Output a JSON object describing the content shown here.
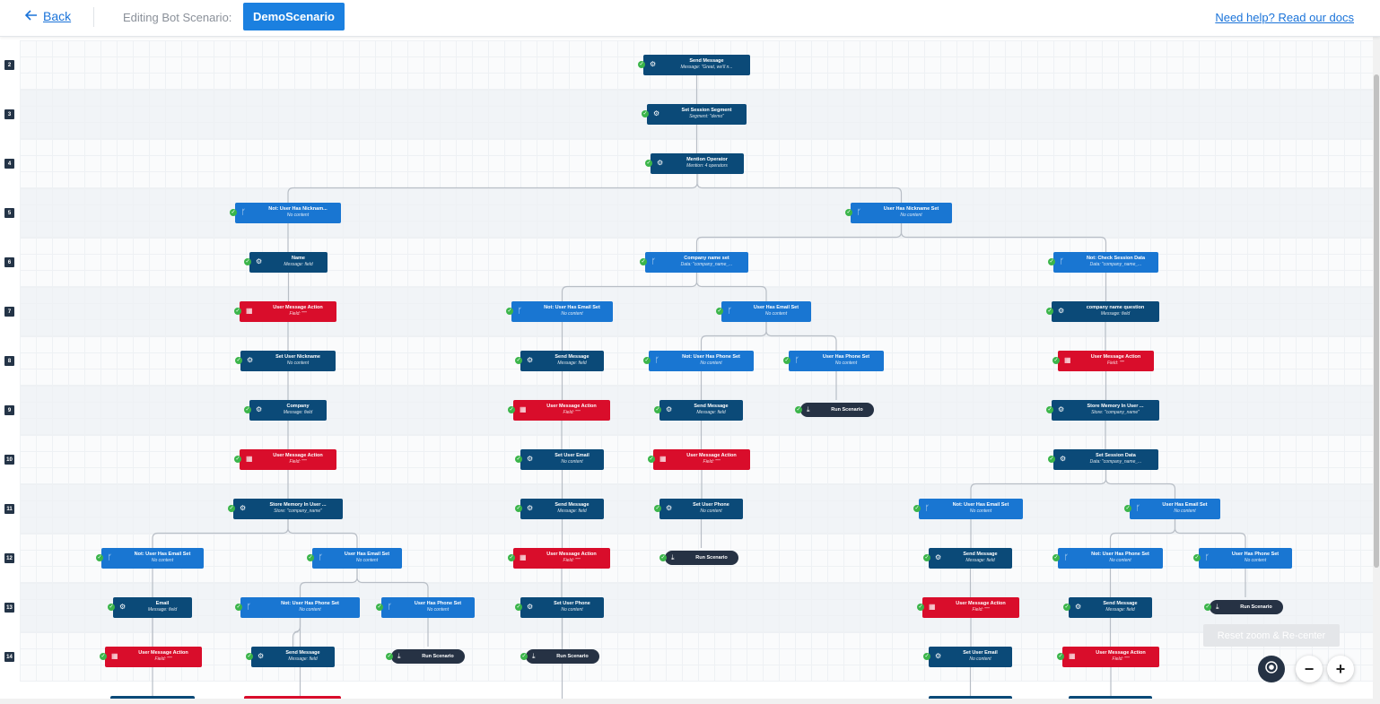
{
  "header": {
    "back_label": "Back",
    "editing_label": "Editing Bot Scenario:",
    "scenario_name": "DemoScenario",
    "help_link": "Need help? Read our docs"
  },
  "row_numbers": [
    "2",
    "3",
    "4",
    "5",
    "6",
    "7",
    "8",
    "9",
    "10",
    "11",
    "12",
    "13",
    "14"
  ],
  "nodes": [
    {
      "title": "Send Message",
      "sub": "Message: \"Great, we'll n...",
      "color": "dark"
    },
    {
      "title": "Set Session Segment",
      "sub": "Segment: \"demo\"",
      "color": "dark"
    },
    {
      "title": "Mention Operator",
      "sub": "Mention: 4 operators",
      "color": "dark"
    },
    {
      "title": "Not: User Has Nicknam...",
      "sub": "No content",
      "color": "blue"
    },
    {
      "title": "User Has Nickname Set",
      "sub": "No content",
      "color": "blue"
    },
    {
      "title": "Name",
      "sub": "Message: field",
      "color": "dark"
    },
    {
      "title": "Company name set",
      "sub": "Data: \"company_name_...",
      "color": "blue"
    },
    {
      "title": "Not: Check Session Data",
      "sub": "Data: \"company_name_...",
      "color": "blue"
    },
    {
      "title": "User Message Action",
      "sub": "Field: \"\"\"",
      "color": "red"
    },
    {
      "title": "Not: User Has Email Set",
      "sub": "No content",
      "color": "blue"
    },
    {
      "title": "User Has Email Set",
      "sub": "No content",
      "color": "blue"
    },
    {
      "title": "company name question",
      "sub": "Message: field",
      "color": "dark"
    },
    {
      "title": "Set User Nickname",
      "sub": "No content",
      "color": "dark"
    },
    {
      "title": "Send Message",
      "sub": "Message: field",
      "color": "dark"
    },
    {
      "title": "Not: User Has Phone Set",
      "sub": "No content",
      "color": "blue"
    },
    {
      "title": "User Has Phone Set",
      "sub": "No content",
      "color": "blue"
    },
    {
      "title": "User Message Action",
      "sub": "Field: \"\"\"",
      "color": "red"
    },
    {
      "title": "Company",
      "sub": "Message: field",
      "color": "dark"
    },
    {
      "title": "User Message Action",
      "sub": "Field: \"\"\"",
      "color": "red"
    },
    {
      "title": "Send Message",
      "sub": "Message: field",
      "color": "dark"
    },
    {
      "title": "Run Scenario",
      "sub": "",
      "color": "run"
    },
    {
      "title": "Store Memory In User ...",
      "sub": "Store: \"company_name\"",
      "color": "dark"
    },
    {
      "title": "User Message Action",
      "sub": "Field: \"\"\"",
      "color": "red"
    },
    {
      "title": "Set User Email",
      "sub": "No content",
      "color": "dark"
    },
    {
      "title": "User Message Action",
      "sub": "Field: \"\"\"",
      "color": "red"
    },
    {
      "title": "Set Session Data",
      "sub": "Data: \"company_name_...",
      "color": "dark"
    },
    {
      "title": "Store Memory In User ...",
      "sub": "Store: \"company_name\"",
      "color": "dark"
    },
    {
      "title": "Send Message",
      "sub": "Message: field",
      "color": "dark"
    },
    {
      "title": "Set User Phone",
      "sub": "No content",
      "color": "dark"
    },
    {
      "title": "Not: User Has Email Set",
      "sub": "No content",
      "color": "blue"
    },
    {
      "title": "User Has Email Set",
      "sub": "No content",
      "color": "blue"
    },
    {
      "title": "Not: User Has Email Set",
      "sub": "No content",
      "color": "blue"
    },
    {
      "title": "User Has Email Set",
      "sub": "No content",
      "color": "blue"
    },
    {
      "title": "User Message Action",
      "sub": "Field: \"\"\"",
      "color": "red"
    },
    {
      "title": "Run Scenario",
      "sub": "",
      "color": "run"
    },
    {
      "title": "Send Message",
      "sub": "Message: field",
      "color": "dark"
    },
    {
      "title": "Not: User Has Phone Set",
      "sub": "No content",
      "color": "blue"
    },
    {
      "title": "User Has Phone Set",
      "sub": "No content",
      "color": "blue"
    },
    {
      "title": "Email",
      "sub": "Message: field",
      "color": "dark"
    },
    {
      "title": "Not: User Has Phone Set",
      "sub": "No content",
      "color": "blue"
    },
    {
      "title": "User Has Phone Set",
      "sub": "No content",
      "color": "blue"
    },
    {
      "title": "Set User Phone",
      "sub": "No content",
      "color": "dark"
    },
    {
      "title": "User Message Action",
      "sub": "Field: \"\"\"",
      "color": "red"
    },
    {
      "title": "Send Message",
      "sub": "Message: field",
      "color": "dark"
    },
    {
      "title": "Run Scenario",
      "sub": "",
      "color": "run"
    },
    {
      "title": "User Message Action",
      "sub": "Field: \"\"\"",
      "color": "red"
    },
    {
      "title": "Send Message",
      "sub": "Message: field",
      "color": "dark"
    },
    {
      "title": "Run Scenario",
      "sub": "",
      "color": "run"
    },
    {
      "title": "Run Scenario",
      "sub": "",
      "color": "run"
    },
    {
      "title": "Set User Email",
      "sub": "No content",
      "color": "dark"
    },
    {
      "title": "User Message Action",
      "sub": "Field: \"\"\"",
      "color": "red"
    }
  ],
  "controls": {
    "reset_label": "Reset zoom & Re-center",
    "zoom_out": "−",
    "zoom_in": "+"
  },
  "colors": {
    "dark": "#0b4a78",
    "blue": "#1976d2",
    "red": "#d90d2b",
    "run": "#263244",
    "accent": "#1b80e0"
  }
}
